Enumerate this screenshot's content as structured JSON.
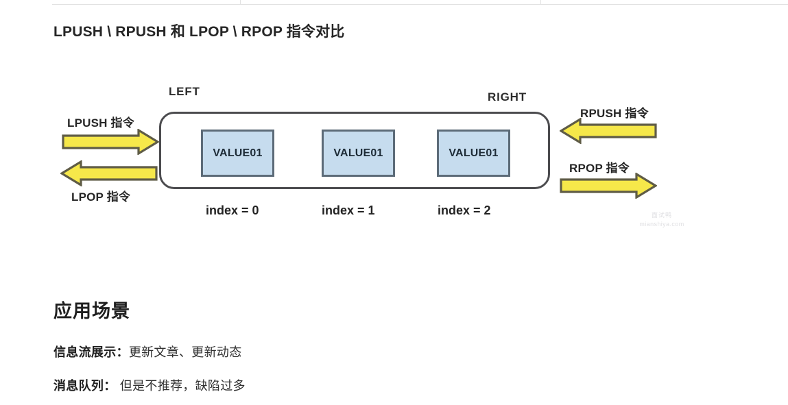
{
  "page": {
    "title": "LPUSH \\ RPUSH 和 LPOP \\ RPOP 指令对比"
  },
  "diagram": {
    "end_labels": {
      "left": "LEFT",
      "right": "RIGHT"
    },
    "commands": {
      "lpush": "LPUSH 指令",
      "lpop": "LPOP 指令",
      "rpush": "RPUSH 指令",
      "rpop": "RPOP 指令"
    },
    "elements": [
      {
        "value": "VALUE01",
        "index_label": "index = 0"
      },
      {
        "value": "VALUE01",
        "index_label": "index = 1"
      },
      {
        "value": "VALUE01",
        "index_label": "index = 2"
      }
    ],
    "colors": {
      "value_box_fill": "#c6dcee",
      "value_box_border": "#5c6b78",
      "container_border": "#4c4c4f",
      "arrow_fill": "#f6e84a",
      "arrow_border": "#5f5c46",
      "text": "#262626"
    }
  },
  "section": {
    "heading": "应用场景",
    "items": [
      {
        "lead": "信息流展示：",
        "text": "更新文章、更新动态"
      },
      {
        "lead": "消息队列：",
        "text": " 但是不推荐，缺陷过多"
      }
    ]
  },
  "watermark": {
    "cn": "面试鸭",
    "en": "mianshiya.com"
  }
}
